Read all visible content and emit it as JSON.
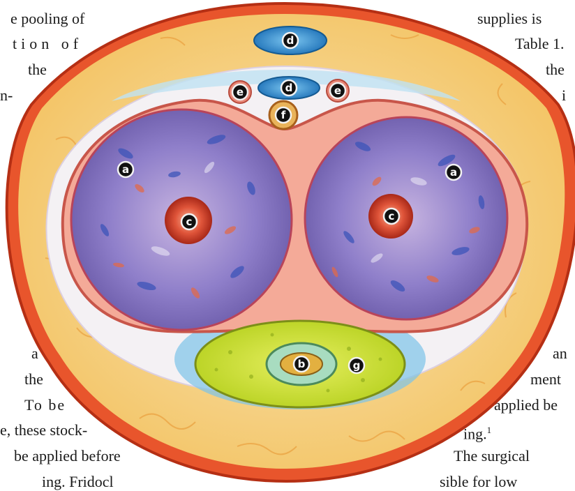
{
  "left_text": [
    "e pooling of",
    "tion of",
    "the",
    "n-",
    "a",
    "the",
    "To be",
    "e, these stock-",
    "be applied before",
    "ing. Fridocl"
  ],
  "right_text": [
    "supplies is",
    "Table 1.",
    "the",
    "i",
    "an",
    "ment",
    "applied be",
    "ing.",
    "The surgical",
    "sible for low"
  ],
  "footnote_marker": "1",
  "diagram_labels": [
    "d",
    "e",
    "d",
    "e",
    "f",
    "a",
    "a",
    "c",
    "c",
    "b",
    "g"
  ],
  "colors": {
    "skin": "#e8552c",
    "fat": "#f6cf7c",
    "tunica": "#f2a38c",
    "corpora": "#7e6fb8",
    "spongiosum": "#c6dc2a",
    "vein_blue": "#2a86c8",
    "artery_red": "#d8402c"
  }
}
